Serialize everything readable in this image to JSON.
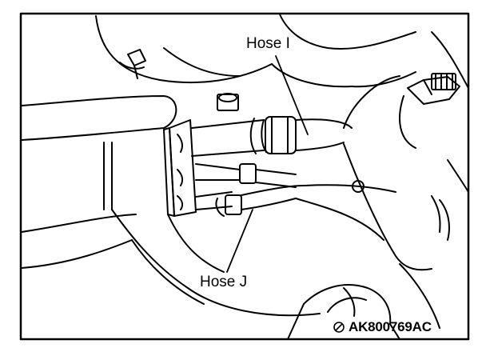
{
  "labels": {
    "hose_i": "Hose I",
    "hose_j": "Hose J"
  },
  "figure_code": "AK800769AC",
  "figure_mark_icon": "circle-slash-mark-icon",
  "colors": {
    "line": "#000000",
    "background": "#ffffff"
  }
}
